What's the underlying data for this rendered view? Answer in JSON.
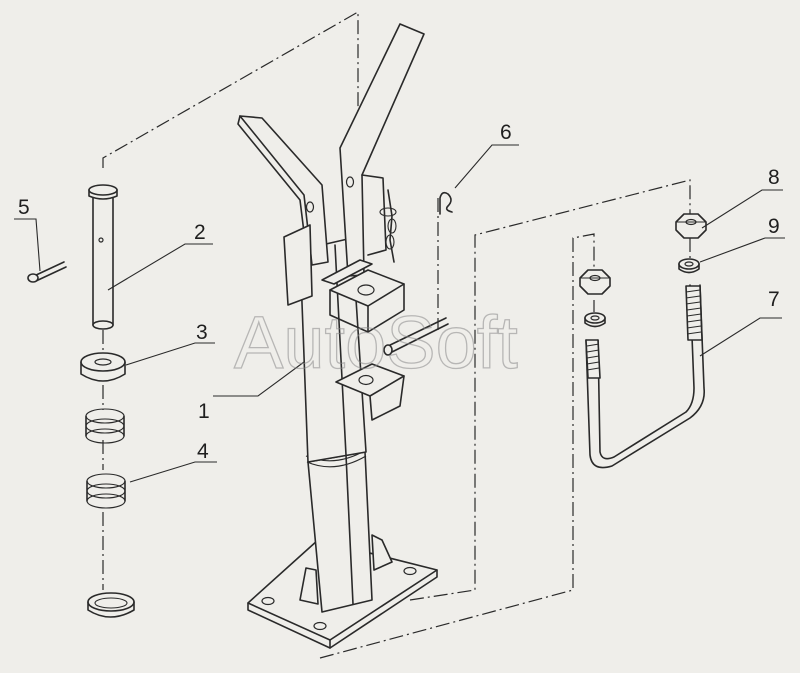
{
  "callouts": [
    {
      "id": "1",
      "label": "1"
    },
    {
      "id": "2",
      "label": "2"
    },
    {
      "id": "3",
      "label": "3"
    },
    {
      "id": "4",
      "label": "4"
    },
    {
      "id": "5",
      "label": "5"
    },
    {
      "id": "6",
      "label": "6"
    },
    {
      "id": "7",
      "label": "7"
    },
    {
      "id": "8",
      "label": "8"
    },
    {
      "id": "9",
      "label": "9"
    }
  ],
  "watermark": "AutoSoft",
  "colors": {
    "background": "#efeeea",
    "ink": "#2a2a2a",
    "watermark": "#8a8a8a"
  }
}
